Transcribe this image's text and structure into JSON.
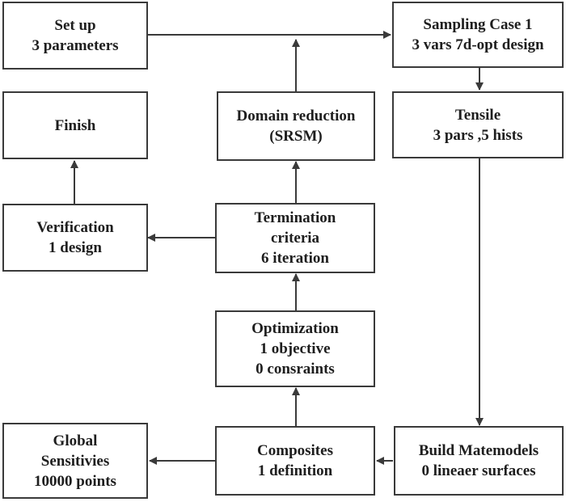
{
  "colors": {
    "line": "#3a3a3a",
    "text": "#1e1e1e",
    "background": "#ffffff"
  },
  "nodes": {
    "setup": [
      "Set up",
      "3 parameters"
    ],
    "sampling": [
      "Sampling Case 1",
      "3 vars 7d-opt design"
    ],
    "finish": [
      "Finish"
    ],
    "domain": [
      "Domain reduction",
      "(SRSM)"
    ],
    "tensile": [
      "Tensile",
      "3 pars ,5 hists"
    ],
    "verification": [
      "Verification",
      "1 design"
    ],
    "termination": [
      "Termination",
      "criteria",
      "6 iteration"
    ],
    "optimization": [
      "Optimization",
      "1 objective",
      "0 consraints"
    ],
    "global": [
      "Global",
      "Sensitivies",
      "10000 points"
    ],
    "composites": [
      "Composites",
      "1 definition"
    ],
    "build": [
      "Build Matemodels",
      "0 lineaer surfaces"
    ]
  }
}
